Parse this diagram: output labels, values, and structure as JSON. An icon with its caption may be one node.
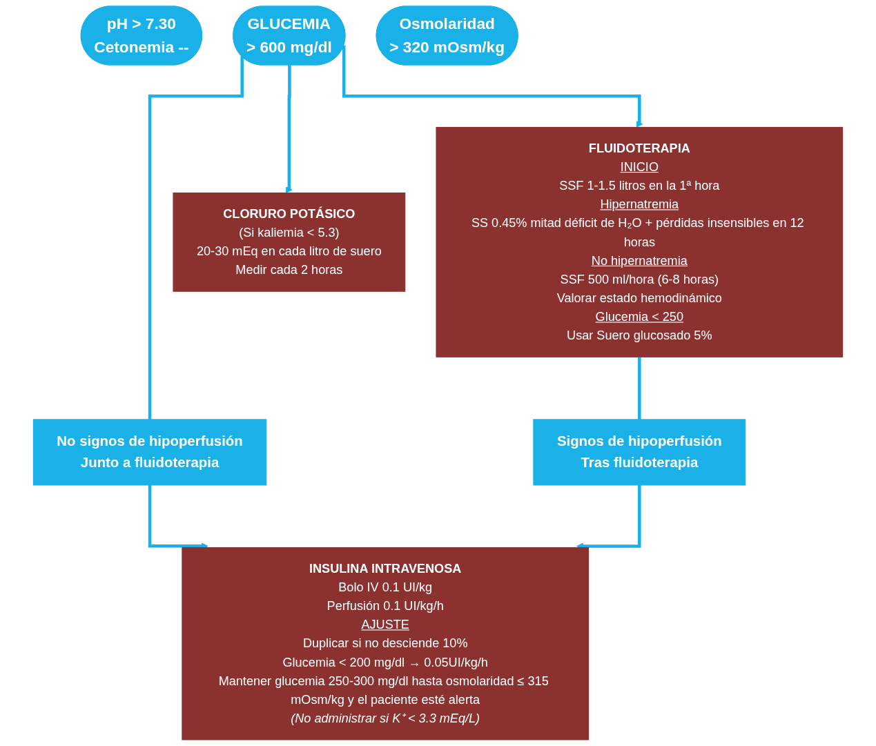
{
  "diagram": {
    "nodes": [
      {
        "text": [
          "pH > 7.30",
          "Cetonemia --"
        ]
      },
      {
        "text": [
          "GLUCEMIA",
          "> 600 mg/dl"
        ]
      },
      {
        "text": [
          "Osmolaridad",
          "> 320 mOsm/kg"
        ]
      },
      {
        "text": [
          "FLUIDOTERAPIA",
          "INICIO",
          "SSF 1-1.5 litros en la 1ª hora",
          "Hipernatremia",
          "SS 0.45% mitad déficit de H₂O + pérdidas insensibles en 12 horas",
          "No hipernatremia",
          "SSF 500 ml/hora (6-8 horas)",
          "Valorar estado hemodinámico",
          "Glucemia < 250",
          "Usar Suero glucosado 5%"
        ]
      },
      {
        "text": [
          "No signos de hipoperfusión",
          "Junto a fluidoterapia"
        ]
      },
      {
        "text": [
          "INSULINA INTRAVENOSA",
          "Bolo IV 0.1 UI/kg",
          "Perfusión 0.1 UI/kg/h",
          "AJUSTE",
          "Duplicar si no desciende 10%",
          "Glucemia < 200 mg/dl → 0.05UI/kg/h",
          "Mantener glucemia 250-300 mg/dl hasta osmolaridad ≤ 315 mOsm/kg y el paciente esté alerta",
          "(No administrar si K⁺ < 3.3 mEq/L)"
        ]
      },
      {
        "text": [
          "Signos de hipoperfusión",
          "Tras fluidoterapia"
        ]
      },
      {
        "text": [
          "CLORURO POTÁSICO",
          "(Si kaliemia < 5.3)",
          "20-30 mEq en cada litro de suero",
          "Medir cada 2 horas"
        ]
      }
    ],
    "edges": [
      {
        "from": 1,
        "to": 3,
        "arrow": "to"
      },
      {
        "from": 1,
        "to": 4,
        "arrow": "none"
      },
      {
        "from": 1,
        "to": 7,
        "arrow": "to"
      },
      {
        "from": 4,
        "to": 5,
        "arrow": "to"
      },
      {
        "from": 3,
        "to": 6,
        "arrow": "none"
      },
      {
        "from": 6,
        "to": 5,
        "arrow": "to"
      }
    ]
  }
}
